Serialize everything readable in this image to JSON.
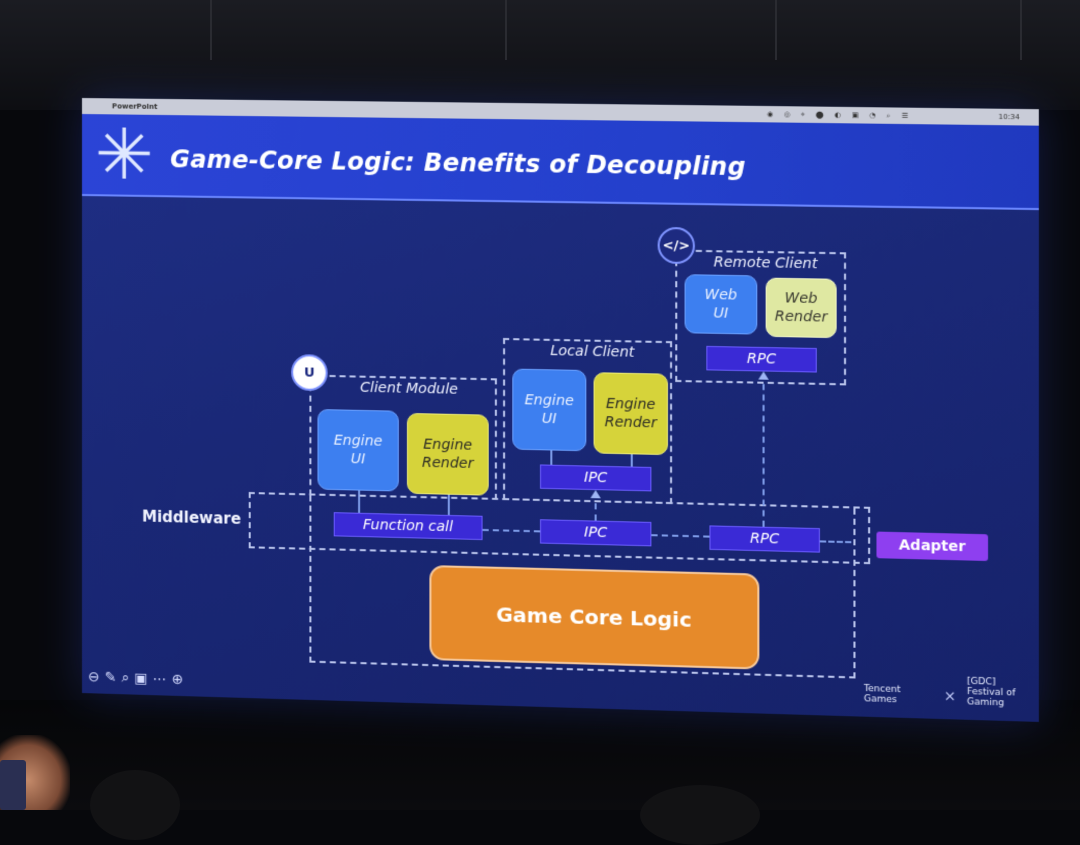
{
  "slide": {
    "title": "Game-Core Logic: Benefits of Decoupling",
    "menubar": {
      "app_name": "PowerPoint",
      "clock": "10:34"
    }
  },
  "diagram": {
    "middleware_label": "Middleware",
    "adapter_label": "Adapter",
    "core_label": "Game Core Logic",
    "client_module": {
      "label": "Client Module",
      "badge_icon": "unreal-engine-icon",
      "tile_ui": "Engine\nUI",
      "tile_render": "Engine\nRender",
      "connector": "Function call"
    },
    "local_client": {
      "label": "Local Client",
      "tile_ui": "Engine\nUI",
      "tile_render": "Engine\nRender",
      "connector": "IPC",
      "middleware_connector": "IPC"
    },
    "remote_client": {
      "label": "Remote Client",
      "badge_icon": "code-tag-icon",
      "badge_text": "</>",
      "tile_ui": "Web\nUI",
      "tile_render": "Web\nRender",
      "connector": "RPC",
      "middleware_connector": "RPC"
    },
    "colors": {
      "engine_ui": "#3d7ff0",
      "engine_render": "#d6d33a",
      "web_render": "#dfe8a2",
      "connector": "#3a2ad6",
      "adapter": "#8e3ff0",
      "core": "#e68a2a"
    }
  },
  "footer": {
    "brand_tencent": "Tencent\nGames",
    "brand_x": "×",
    "brand_gdc": "[GDC] Festival of Gaming"
  }
}
